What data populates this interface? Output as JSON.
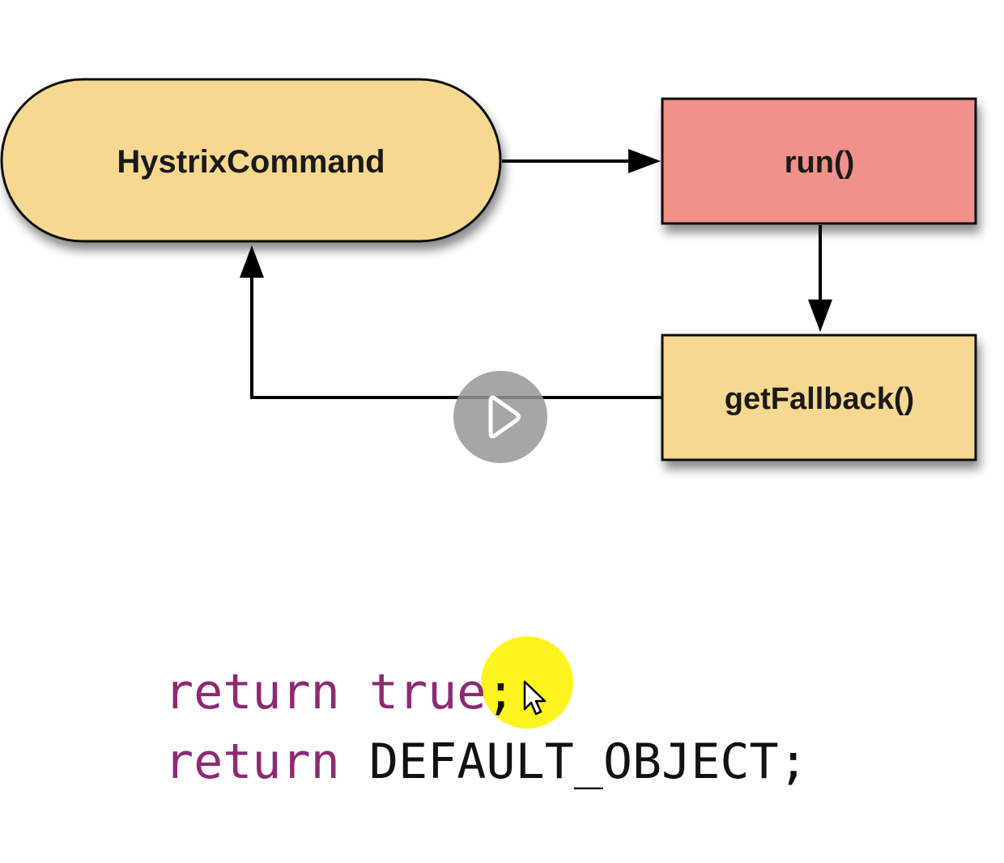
{
  "diagram": {
    "nodes": {
      "hystrix_command": {
        "label": "HystrixCommand",
        "color": "#f7d890"
      },
      "run": {
        "label": "run()",
        "color": "#f0918a"
      },
      "get_fallback": {
        "label": "getFallback()",
        "color": "#f7d890"
      }
    },
    "edges": [
      {
        "from": "HystrixCommand",
        "to": "run()"
      },
      {
        "from": "run()",
        "to": "getFallback()"
      },
      {
        "from": "getFallback()",
        "to": "HystrixCommand"
      }
    ]
  },
  "player": {
    "play_icon": "play-icon"
  },
  "code": {
    "line1_keyword": "return",
    "line1_value": "true",
    "line1_end": ";",
    "line2_keyword": "return",
    "line2_value": "DEFAULT_OBJECT;",
    "keyword_color": "#8d2a73"
  },
  "cursor": {
    "icon": "mouse-pointer-icon",
    "highlight_color": "#fff200"
  }
}
